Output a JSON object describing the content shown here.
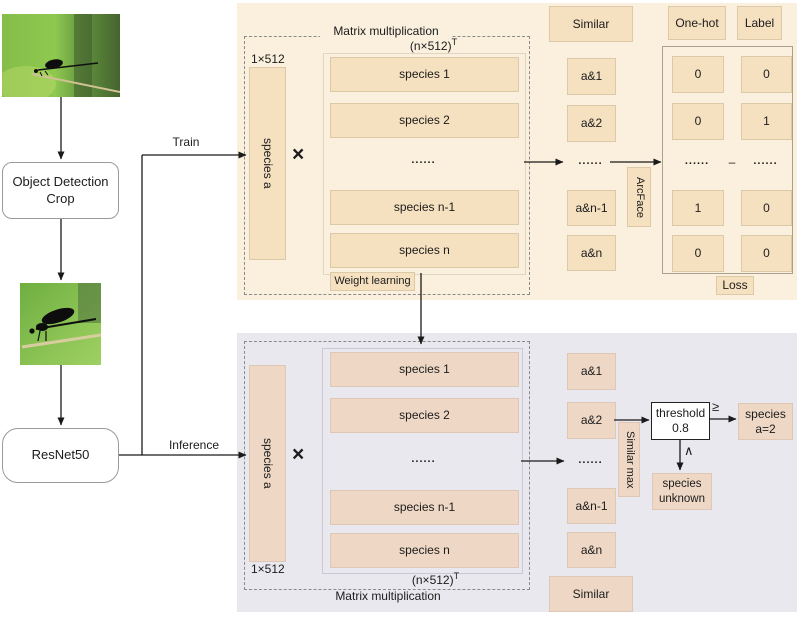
{
  "left_flow": {
    "object_detection_line1": "Object Detection",
    "object_detection_line2": "Crop",
    "resnet_label": "ResNet50",
    "train_label": "Train",
    "inference_label": "Inference"
  },
  "train_panel": {
    "matrix_mult_label": "Matrix multiplication",
    "n512_label": "(n×512)",
    "n512_sup": "T",
    "vec_dim_label": "1×512",
    "species_a_label": "species a",
    "times_symbol": "×",
    "matrix_rows": [
      "species 1",
      "species 2",
      "......",
      "species n-1",
      "species n"
    ],
    "weight_learning_label": "Weight learning",
    "similar_header": "Similar",
    "similar_cells": [
      "a&1",
      "a&2",
      "......",
      "a&n-1",
      "a&n"
    ],
    "arcface_label": "ArcFace",
    "onehot_header": "One-hot",
    "label_header": "Label",
    "onehot_cells": [
      "0",
      "0",
      "......",
      "1",
      "0"
    ],
    "label_cells": [
      "0",
      "1",
      "......",
      "0",
      "0"
    ],
    "minus_symbol": "–",
    "loss_label": "Loss"
  },
  "inference_panel": {
    "matrix_mult_label": "Matrix multiplication",
    "n512_label": "(n×512)",
    "n512_sup": "T",
    "vec_dim_label": "1×512",
    "species_a_label": "species a",
    "times_symbol": "×",
    "matrix_rows": [
      "species 1",
      "species 2",
      "......",
      "species n-1",
      "species n"
    ],
    "similar_cells": [
      "a&1",
      "a&2",
      "......",
      "a&n-1",
      "a&n"
    ],
    "similar_max_label": "Similar max",
    "threshold_line1": "threshold",
    "threshold_line2": "0.8",
    "gte_symbol": "≥",
    "less_symbol": "∧",
    "species_match_line1": "species",
    "species_match_line2": "a=2",
    "species_unknown_line1": "species",
    "species_unknown_line2": "unknown",
    "similar_footer": "Similar"
  },
  "colors": {
    "train_panel_bg": "#faf0dd",
    "inference_panel_bg": "#e9e8ee",
    "train_box_fill": "#f5e0c0",
    "train_box_border": "#dcc9a8",
    "inference_box_fill": "#eed8c5",
    "inference_box_border": "#dfc7b5",
    "threshold_box_border": "#222222",
    "arrow_color": "#1a1a1a"
  }
}
